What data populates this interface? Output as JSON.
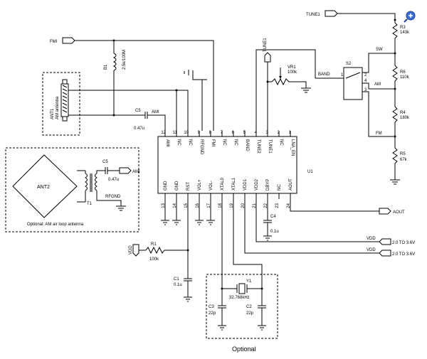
{
  "nets": {
    "tune1": "TUNE1",
    "fmi": "FMI",
    "ami": "AMI",
    "band": "BAND",
    "sw": "SW",
    "am": "AM",
    "fm": "FM",
    "vdd": "VDD",
    "aout": "AOUT",
    "vdd_range": "2.0 TO 3.6V"
  },
  "parts": {
    "r3": {
      "ref": "R3",
      "value": "143k"
    },
    "r6": {
      "ref": "R6",
      "value": "110k"
    },
    "r4": {
      "ref": "R4",
      "value": "180k"
    },
    "r5": {
      "ref": "R5",
      "value": "67k"
    },
    "vr1": {
      "ref": "VR1",
      "value": "100k"
    },
    "s2": {
      "ref": "S2"
    },
    "b1": {
      "ref": "B1",
      "value": "2.5k/100M"
    },
    "c5": {
      "ref": "C5",
      "value": "0.47u"
    },
    "ant1": {
      "ref": "ANT1",
      "value": "AM antenna"
    },
    "ant2": {
      "ref": "ANT2"
    },
    "t1": {
      "ref": "T1"
    },
    "rfgnd": "RFGND",
    "u1": {
      "ref": "U1"
    },
    "c4": {
      "ref": "C4",
      "value": "0.1u"
    },
    "r1": {
      "ref": "R1",
      "value": "100k"
    },
    "c1": {
      "ref": "C1",
      "value": "0.1u"
    },
    "y1": {
      "ref": "Y1",
      "value": "32.768kHz"
    },
    "c3": {
      "ref": "C3",
      "value": "22p"
    },
    "c2": {
      "ref": "C2",
      "value": "22p"
    }
  },
  "s2_pins": [
    "1",
    "2",
    "3",
    "4"
  ],
  "u1_top_pins": [
    {
      "num": "12",
      "name": "AMI"
    },
    {
      "num": "11",
      "name": "NC"
    },
    {
      "num": "10",
      "name": "NC"
    },
    {
      "num": "9",
      "name": "RFGND"
    },
    {
      "num": "8",
      "name": "FMI"
    },
    {
      "num": "7",
      "name": "NC"
    },
    {
      "num": "6",
      "name": "NC"
    },
    {
      "num": "5",
      "name": "BAND"
    },
    {
      "num": "4",
      "name": "TUNE2"
    },
    {
      "num": "3",
      "name": "TUNE1"
    },
    {
      "num": "2",
      "name": "NC"
    },
    {
      "num": "1",
      "name": "LNA_EN"
    }
  ],
  "u1_bottom_pins": [
    {
      "num": "13",
      "name": "GND"
    },
    {
      "num": "14",
      "name": "GND"
    },
    {
      "num": "15",
      "name": "RST"
    },
    {
      "num": "16",
      "name": "VOL+"
    },
    {
      "num": "17",
      "name": "VOL-"
    },
    {
      "num": "18",
      "name": "XTAL0"
    },
    {
      "num": "19",
      "name": "XTAL1"
    },
    {
      "num": "20",
      "name": "VDD1"
    },
    {
      "num": "21",
      "name": "VDD2"
    },
    {
      "num": "22",
      "name": "DBYP"
    },
    {
      "num": "23",
      "name": "NC"
    },
    {
      "num": "24",
      "name": "AOUT"
    }
  ],
  "notes": {
    "loop_antenna": "Optional: AM air loop antenna",
    "crystal": "Optional"
  },
  "zoom_icon": "zoom-in-icon"
}
